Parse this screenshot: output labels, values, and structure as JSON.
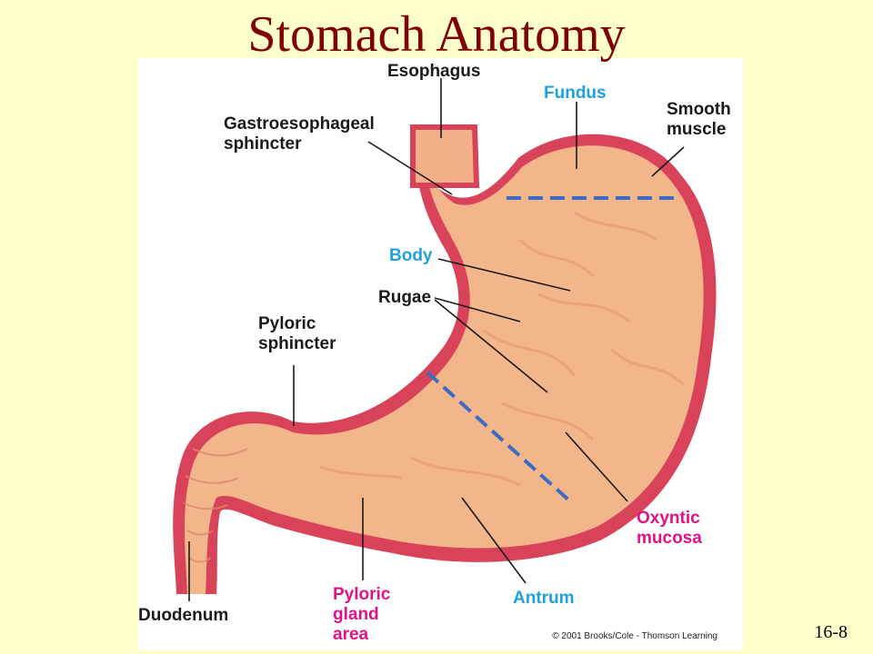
{
  "slide": {
    "title": "Stomach Anatomy",
    "number": "16-8"
  },
  "diagram": {
    "labels": {
      "esophagus": "Esophagus",
      "fundus": "Fundus",
      "smooth_muscle": "Smooth\nmuscle",
      "gastroesophageal_sphincter": "Gastroesophageal\nsphincter",
      "body": "Body",
      "rugae": "Rugae",
      "pyloric_sphincter": "Pyloric\nsphincter",
      "oxyntic_mucosa": "Oxyntic\nmucosa",
      "duodenum": "Duodenum",
      "pyloric_gland_area": "Pyloric\ngland\narea",
      "antrum": "Antrum"
    },
    "copyright": "© 2001 Brooks/Cole - Thomson Learning"
  },
  "colors": {
    "background": "#ffffcc",
    "title": "#800000",
    "region_label": "#1da1e0",
    "mucosa_label": "#e0128a",
    "wall": "#d9435a",
    "tissue": "#f3b58a",
    "divider": "#3a6bc7"
  }
}
